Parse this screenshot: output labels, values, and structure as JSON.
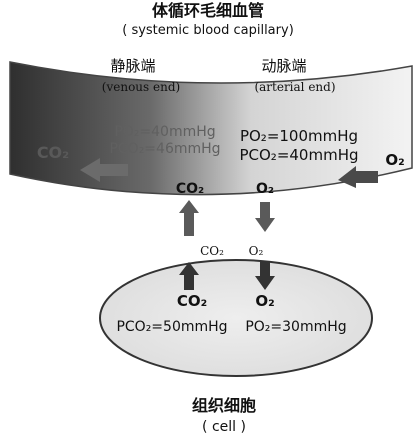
{
  "title": {
    "cn": "体循环毛细血管",
    "en": "( systemic blood capillary)"
  },
  "venous": {
    "cn": "静脉端",
    "en": "(venous end)"
  },
  "arterial": {
    "cn": "动脉端",
    "en": "(arterial end)"
  },
  "capillary_labels": {
    "co2_left": "CO₂",
    "po2_venous": "PO₂=40mmHg",
    "pco2_venous": "PCO₂=46mmHg",
    "po2_arterial": "PO₂=100mmHg",
    "pco2_arterial": "PCO₂=40mmHg",
    "o2_incoming": "O₂",
    "co2_up": "CO₂",
    "o2_down": "O₂"
  },
  "middle_labels": {
    "co2": "CO₂",
    "o2": "O₂"
  },
  "cell_labels": {
    "co2": "CO₂",
    "o2": "O₂",
    "pco2": "PCO₂=50mmHg",
    "po2": "PO₂=30mmHg"
  },
  "cell": {
    "cn": "组织细胞",
    "en": "( cell )"
  },
  "colors": {
    "capillary_dark": "#3a3a3a",
    "capillary_light": "#efefef",
    "cell_fill": "#e6e6e6",
    "arrow": "#4a4a4a"
  }
}
